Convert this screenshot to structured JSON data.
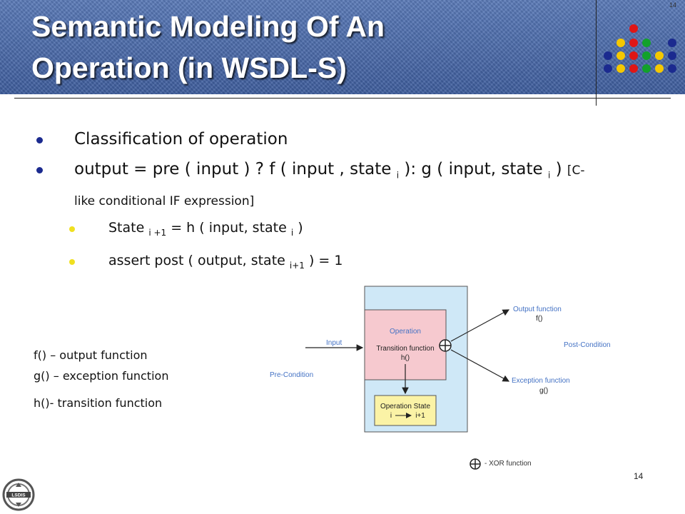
{
  "slide": {
    "title_line1": "Semantic Modeling Of An",
    "title_line2": "Operation  (in WSDL-S)",
    "slide_number": "14",
    "slide_number_top": "14"
  },
  "bullets": {
    "item1": "Classification of operation",
    "item2_part1": "output = pre ( input ) ? f ( input , state ",
    "item2_sub1": "i",
    "item2_part2": " ):  g ( input, state ",
    "item2_sub2": "i",
    "item2_part3": " ) ",
    "item2_note": "[C-like conditional IF expression]",
    "sub1_part1": "State ",
    "sub1_sub": "i +1",
    "sub1_part2": " = h ( input, state ",
    "sub1_sub2": "i",
    "sub1_part3": " )",
    "sub2_part1": "assert post ( output, state ",
    "sub2_sub": "i+1",
    "sub2_part2": " ) = 1"
  },
  "legend": {
    "f": "f() – output function",
    "g": "g() – exception function",
    "h": "h()- transition function"
  },
  "diagram": {
    "input": "Input",
    "pre_condition": "Pre-Condition",
    "operation": "Operation",
    "transition": "Transition function",
    "transition_fn": "h()",
    "state_title": "Operation State",
    "state_i": "i",
    "state_i1": "i+1",
    "output_fn": "Output function",
    "output_f": "f()",
    "post_condition": "Post-Condition",
    "exception_fn": "Exception function",
    "exception_g": "g()",
    "xor_label": "- XOR function"
  },
  "logo": {
    "text": "LSDIS"
  },
  "colors": {
    "header": "#3f5f9f",
    "bullet_main": "#1b2a8f",
    "bullet_sub": "#f0e020",
    "outer_box": "#cfe8f7",
    "operation_box": "#f6c9cf",
    "state_box": "#fbf3a6",
    "diagram_text": "#4472c4"
  }
}
